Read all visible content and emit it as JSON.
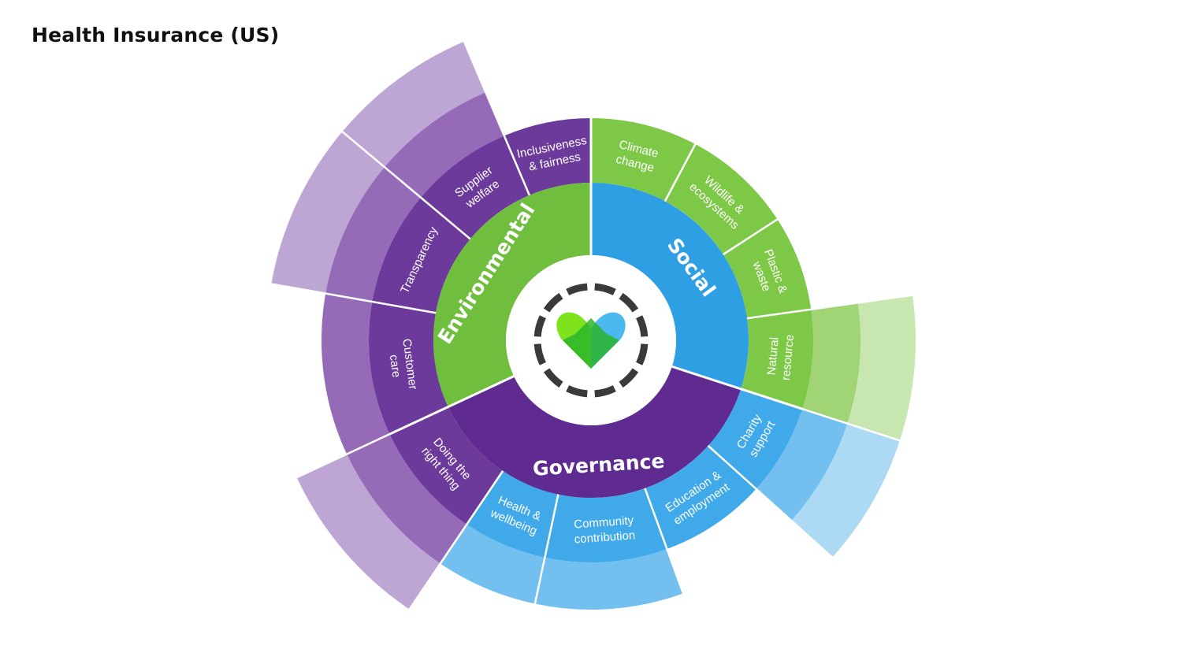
{
  "title": "Health Insurance (US)",
  "logo": {
    "icon": "heart-logo-icon"
  },
  "colors": {
    "environmental": {
      "core": "#6fbe3d",
      "ring": "#7dc846",
      "band1": "#a0d474",
      "band2": "#c7e6b0"
    },
    "social": {
      "core": "#2f9fe4",
      "ring": "#3fa9ea",
      "band1": "#73bff0",
      "band2": "#acdaf5"
    },
    "governance": {
      "core": "#5f2b90",
      "ring": "#6c3a9b",
      "band1": "#956bb7",
      "band2": "#bea6d4"
    },
    "logo_ring": "#3a3a3a",
    "heart_green": "#7ee21c",
    "heart_blue": "#4bb8f0",
    "heart_dark": "#2cb52a"
  },
  "pillars": [
    {
      "key": "environmental",
      "label": "Environmental"
    },
    {
      "key": "social",
      "label": "Social"
    },
    {
      "key": "governance",
      "label": "Governance"
    }
  ],
  "segments": [
    {
      "pillar": "environmental",
      "lines": [
        "Climate",
        "change"
      ],
      "extension_levels": 0
    },
    {
      "pillar": "environmental",
      "lines": [
        "Wildlife &",
        "ecosystems"
      ],
      "extension_levels": 0
    },
    {
      "pillar": "environmental",
      "lines": [
        "Plastic &",
        "waste"
      ],
      "extension_levels": 0
    },
    {
      "pillar": "environmental",
      "lines": [
        "Natural",
        "resource"
      ],
      "extension_levels": 2
    },
    {
      "pillar": "social",
      "lines": [
        "Charity",
        "support"
      ],
      "extension_levels": 2
    },
    {
      "pillar": "social",
      "lines": [
        "Education &",
        "employment"
      ],
      "extension_levels": 0
    },
    {
      "pillar": "social",
      "lines": [
        "Community",
        "contribution"
      ],
      "extension_levels": 1
    },
    {
      "pillar": "social",
      "lines": [
        "Health &",
        "wellbeing"
      ],
      "extension_levels": 1
    },
    {
      "pillar": "governance",
      "lines": [
        "Doing the",
        "right thing"
      ],
      "extension_levels": 2
    },
    {
      "pillar": "governance",
      "lines": [
        "Customer",
        "care"
      ],
      "extension_levels": 1
    },
    {
      "pillar": "governance",
      "lines": [
        "Transparency"
      ],
      "extension_levels": 2
    },
    {
      "pillar": "governance",
      "lines": [
        "Supplier",
        "welfare"
      ],
      "extension_levels": 2
    },
    {
      "pillar": "governance",
      "lines": [
        "Inclusiveness",
        "& fairness"
      ],
      "extension_levels": 0
    }
  ]
}
